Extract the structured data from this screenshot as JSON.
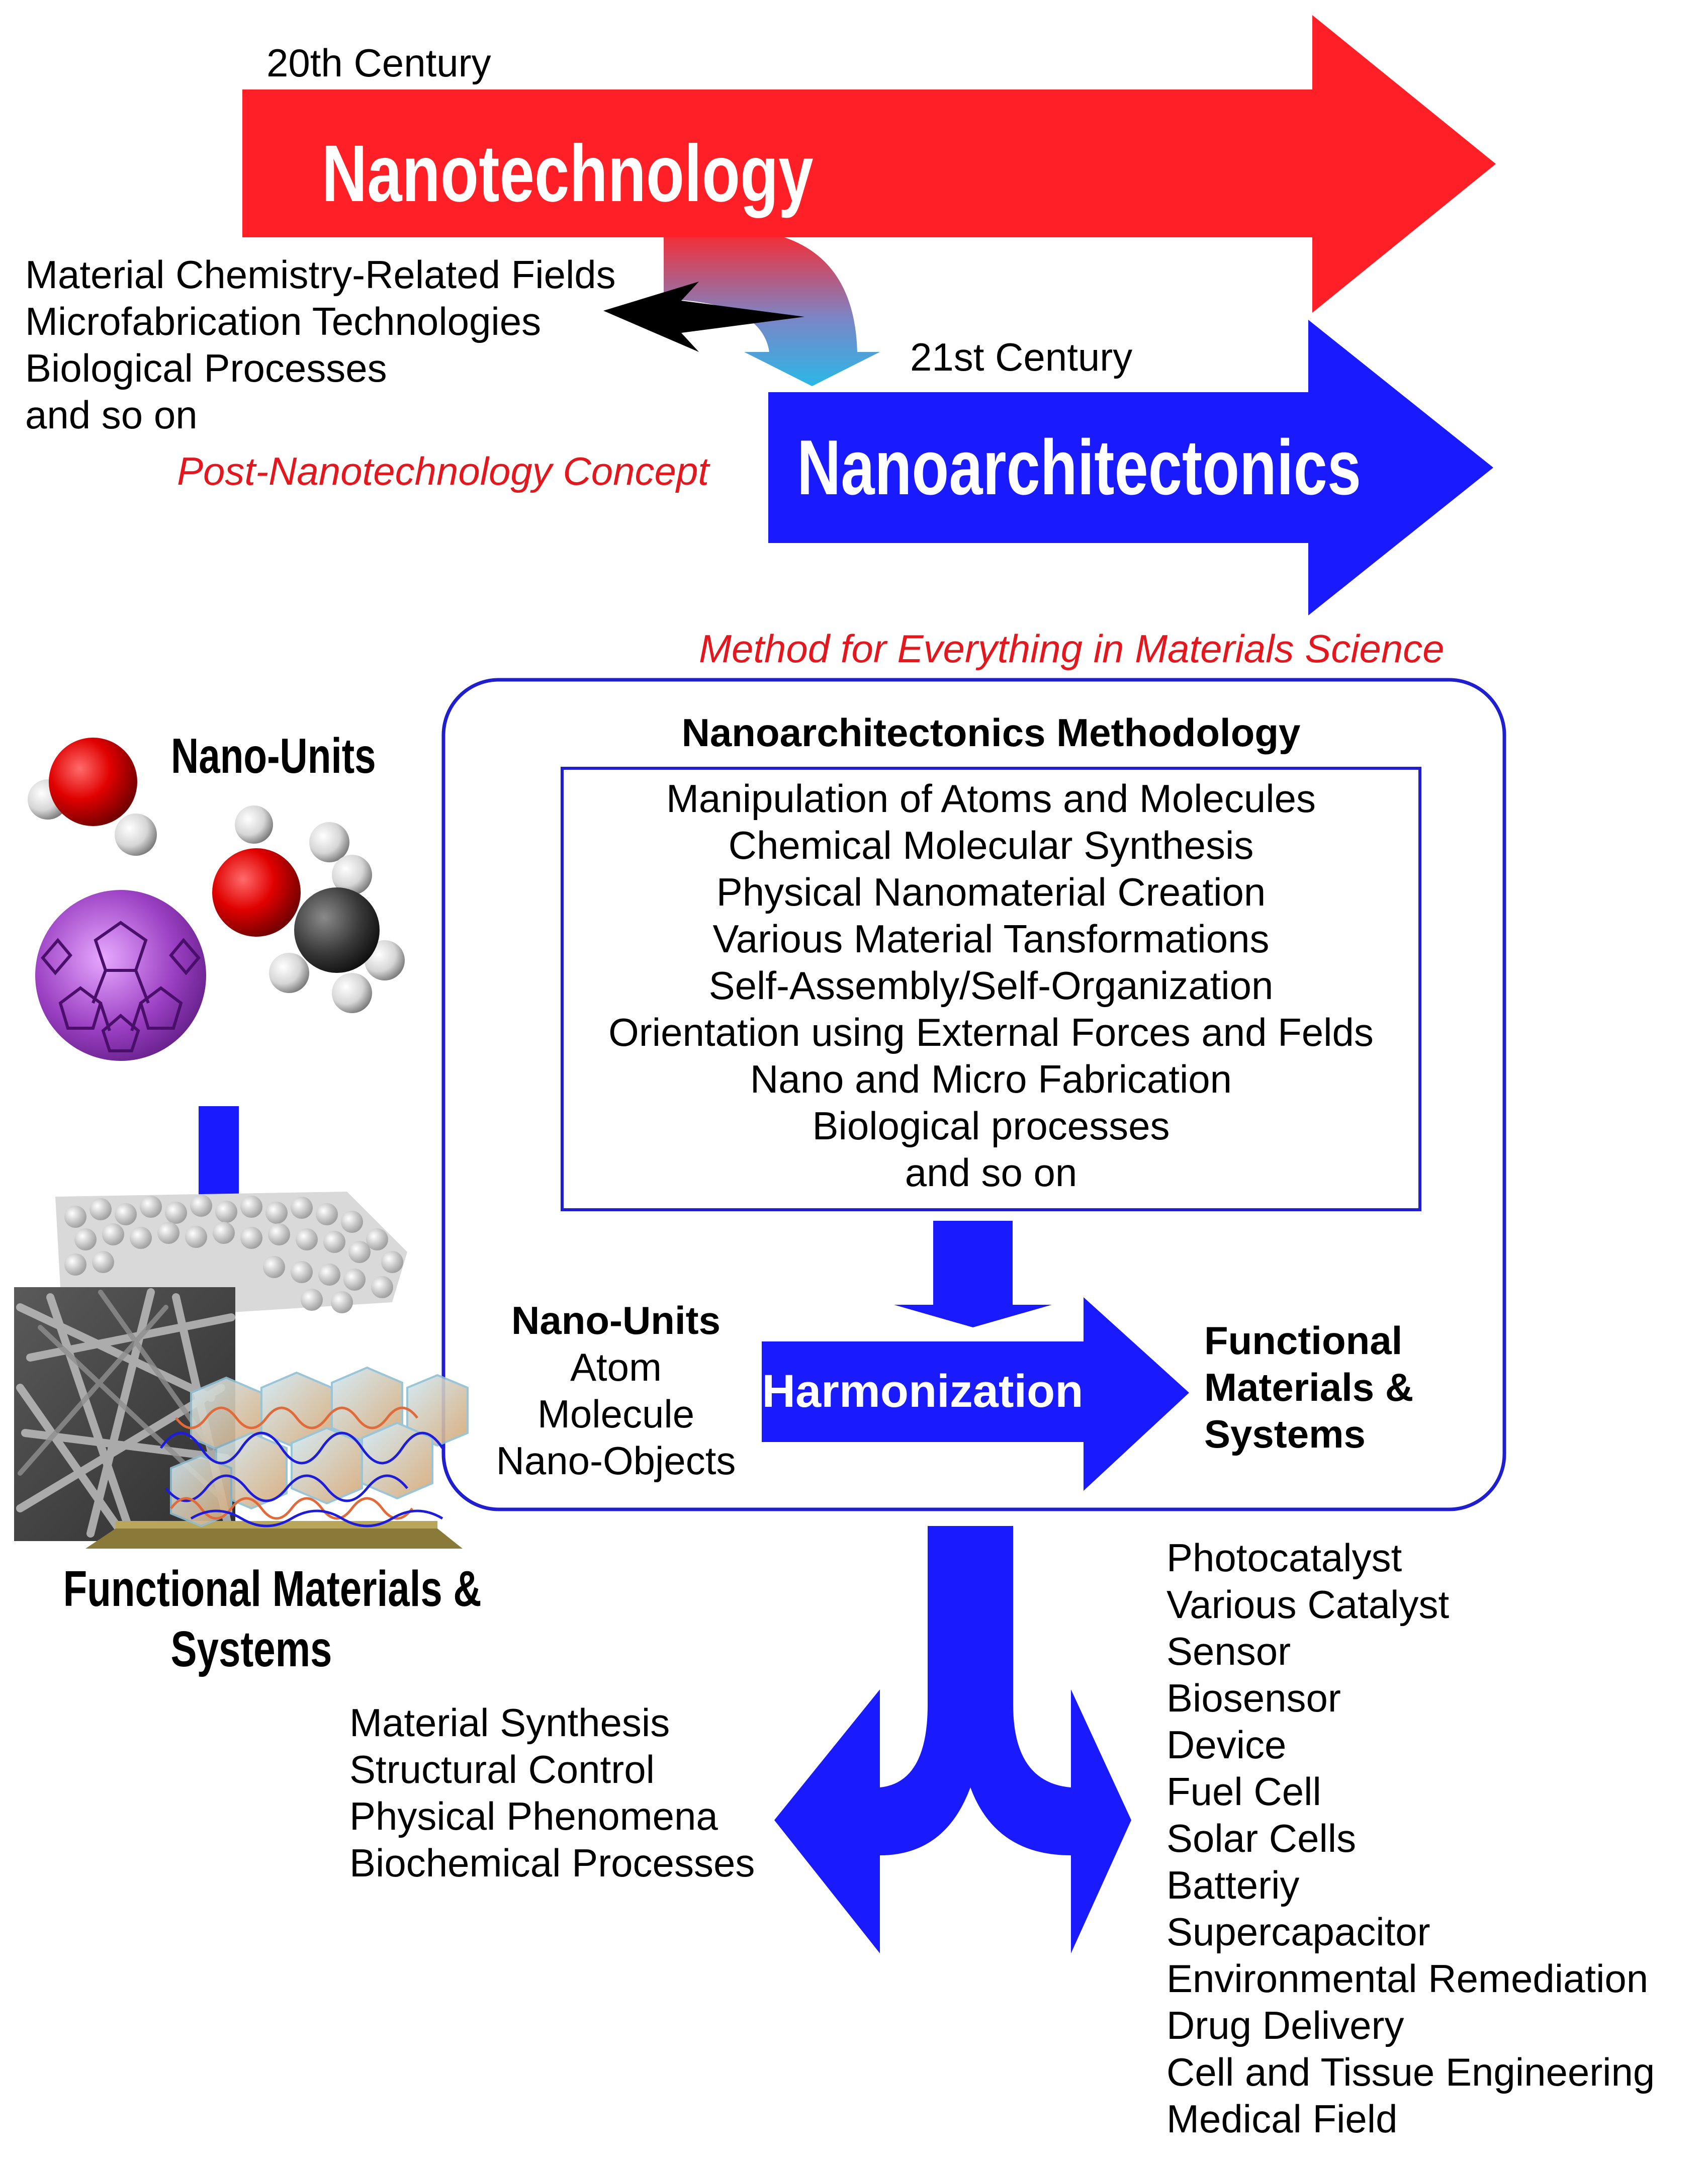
{
  "colors": {
    "nanotech_red": "#ff1f26",
    "nanoarch_blue": "#1a1aff",
    "accent_red": "#e3181f",
    "frame_blue": "#1f1fcf"
  },
  "top": {
    "century_20": "20th Century",
    "nanotechnology": "Nanotechnology",
    "fields": [
      "Material Chemistry-Related Fields",
      "Microfabrication Technologies",
      "Biological Processes",
      "and so on"
    ],
    "post_concept": "Post-Nanotechnology Concept",
    "century_21": "21st Century",
    "nanoarchitectonics": "Nanoarchitectonics",
    "method_tagline": "Method for Everything in Materials Science"
  },
  "left_panel": {
    "nano_units_title": "Nano-Units",
    "functional_title": [
      "Functional Materials &",
      "Systems"
    ],
    "icons": [
      "water-molecule-icon",
      "ethanol-molecule-icon",
      "fullerene-icon",
      "nanostructure-image"
    ]
  },
  "methodology": {
    "title": "Nanoarchitectonics Methodology",
    "items": [
      "Manipulation of Atoms and Molecules",
      "Chemical Molecular Synthesis",
      "Physical Nanomaterial Creation",
      "Various Material Tansformations",
      "Self-Assembly/Self-Organization",
      "Orientation using External Forces and Felds",
      "Nano and Micro Fabrication",
      "Biological processes",
      "and so on"
    ],
    "nano_units_label": "Nano-Units",
    "nano_units_items": [
      "Atom",
      "Molecule",
      "Nano-Objects"
    ],
    "harmonization": "Harmonization",
    "functional_label": [
      "Functional",
      "Materials &",
      "Systems"
    ]
  },
  "bottom": {
    "approaches": [
      "Material Synthesis",
      "Structural Control",
      "Physical Phenomena",
      "Biochemical Processes"
    ],
    "applications": [
      "Photocatalyst",
      "Various Catalyst",
      "Sensor",
      "Biosensor",
      "Device",
      "Fuel Cell",
      "Solar Cells",
      "Batteriy",
      "Supercapacitor",
      "Environmental Remediation",
      "Drug Delivery",
      "Cell and Tissue Engineering",
      "Medical Field"
    ]
  }
}
